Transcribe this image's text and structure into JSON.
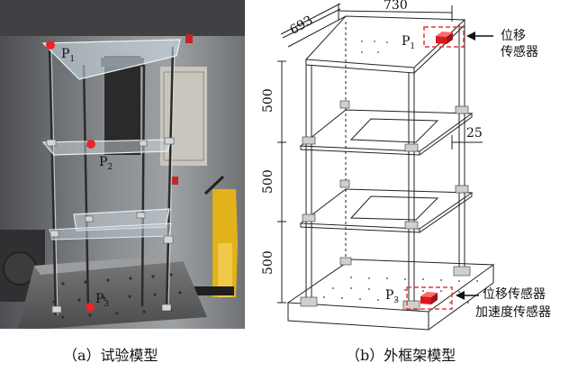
{
  "photo": {
    "points": [
      {
        "letter": "P",
        "sub": "1"
      },
      {
        "letter": "P",
        "sub": "2"
      },
      {
        "letter": "P",
        "sub": "3"
      }
    ]
  },
  "drawing": {
    "dim_top_width": "730",
    "dim_top_depth": "693",
    "dim_storey_1": "500",
    "dim_storey_2": "500",
    "dim_storey_3": "500",
    "dim_plate_offset": "25",
    "label_p1": {
      "letter": "P",
      "sub": "1"
    },
    "label_p3": {
      "letter": "P",
      "sub": "3"
    },
    "sensor_top_line1": "位移",
    "sensor_top_line2": "传感器",
    "sensor_bottom_line1": "位移传感器",
    "sensor_bottom_line2": "加速度传感器"
  },
  "captions": {
    "a": "（a）试验模型",
    "b": "（b）外框架模型"
  },
  "colors": {
    "marker_red": "#e8262a",
    "sensor_red": "#d8191e",
    "dashed_box": "#e23a3a"
  }
}
